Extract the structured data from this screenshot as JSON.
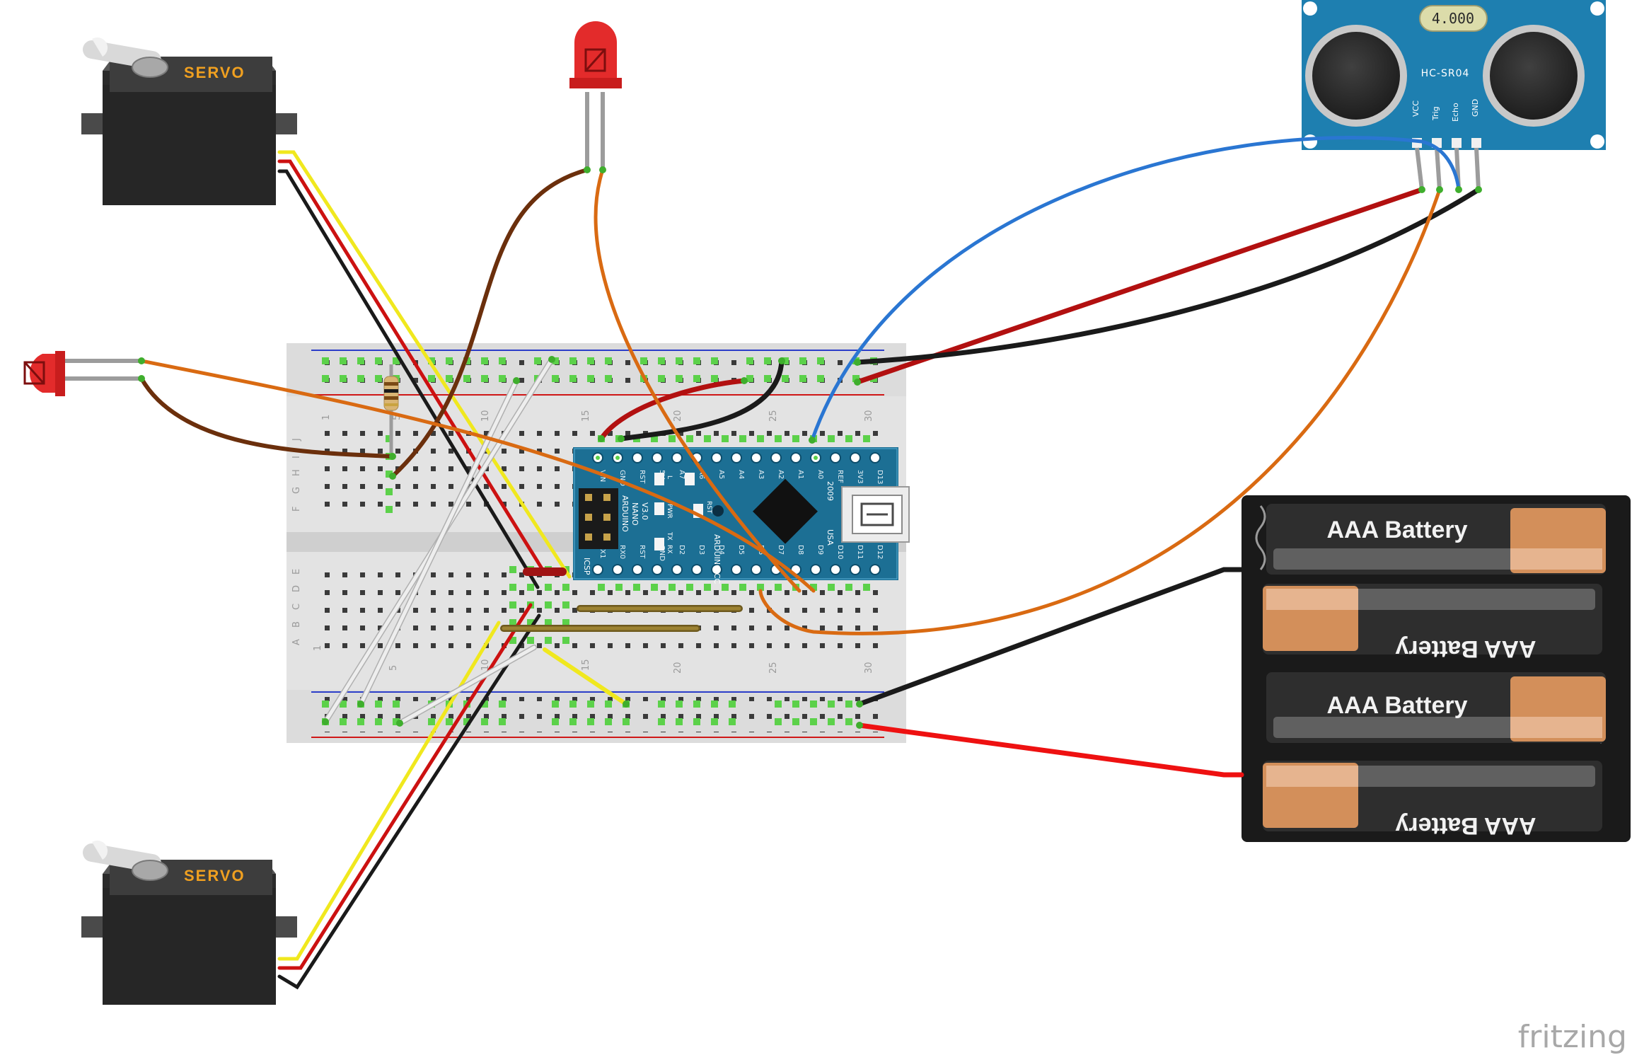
{
  "servo_top": {
    "label": "SERVO"
  },
  "servo_bottom": {
    "label": "SERVO"
  },
  "sensor": {
    "model": "HC-SR04",
    "crystal": "4.000",
    "pins": [
      "VCC",
      "Trig",
      "Echo",
      "GND"
    ]
  },
  "arduino": {
    "name_lines": [
      "ARDUINO",
      "NANO",
      "V3.0"
    ],
    "brand": "ARDUINO.CC",
    "year": "2009",
    "usb": "USA",
    "icsp": "ICSP",
    "top_pins": [
      "VIN",
      "GND",
      "RST",
      "5V",
      "A7",
      "A6",
      "A5",
      "A4",
      "A3",
      "A2",
      "A1",
      "A0",
      "REF",
      "3V3",
      "D13"
    ],
    "bottom_pins": [
      "TX1",
      "RX0",
      "RST",
      "GND",
      "D2",
      "D3",
      "D4",
      "D5",
      "D6",
      "D7",
      "D8",
      "D9",
      "D10",
      "D11",
      "D12"
    ],
    "leds": [
      "L",
      "PWR",
      "TX",
      "RX",
      "RST"
    ]
  },
  "breadboard": {
    "rows_top": [
      "J",
      "I",
      "H",
      "G",
      "F"
    ],
    "rows_bottom": [
      "E",
      "D",
      "C",
      "B",
      "A"
    ],
    "cols_top": [
      "1",
      "5",
      "10",
      "15",
      "20",
      "25",
      "30"
    ],
    "cols_bottom": [
      "1",
      "5",
      "10",
      "15",
      "20",
      "25",
      "30"
    ]
  },
  "battery_pack": {
    "cells": [
      "AAA Battery",
      "AAA Battery",
      "AAA Battery",
      "AAA Battery"
    ]
  },
  "watermark": "fritzing",
  "colors": {
    "wire_red": "#cc1111",
    "wire_black": "#1a1a1a",
    "wire_orange": "#d96a12",
    "wire_brown": "#6b2f0c",
    "wire_blue": "#2a76d2",
    "wire_yellow": "#f0e81e",
    "wire_white": "#e8e8e8",
    "pcb_blue": "#1e7fb0",
    "nano_blue": "#1c6f94"
  }
}
